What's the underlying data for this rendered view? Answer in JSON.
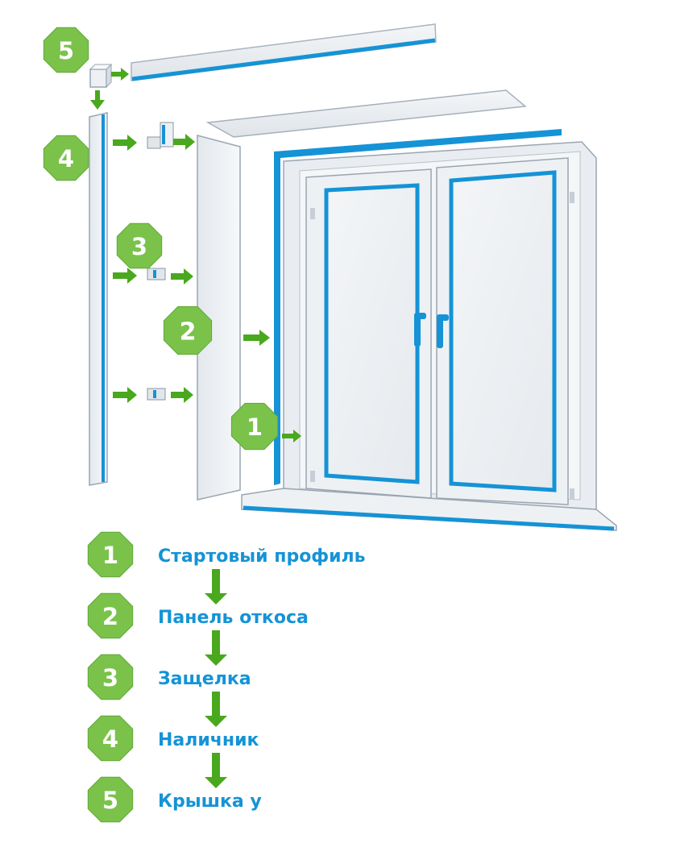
{
  "colors": {
    "badge_green": "#7bc24b",
    "badge_green_dark": "#5fa836",
    "arrow_green": "#49a81d",
    "profile_blue": "#1593d6",
    "panel_light": "#eef1f4",
    "panel_shade": "#d7dde3",
    "edge_gray": "#9aa5b1",
    "label_blue": "#1593d6"
  },
  "badges": [
    {
      "num": "5"
    },
    {
      "num": "4"
    },
    {
      "num": "3"
    },
    {
      "num": "2"
    },
    {
      "num": "1"
    }
  ],
  "legend": [
    {
      "num": "1",
      "label": "Стартовый профиль"
    },
    {
      "num": "2",
      "label": "Панель откоса"
    },
    {
      "num": "3",
      "label": "Защелка"
    },
    {
      "num": "4",
      "label": "Наличник"
    },
    {
      "num": "5",
      "label": "Крышка у"
    }
  ],
  "icons": {
    "step_arrow": "right-arrow-icon",
    "flow_arrow": "down-arrow-icon",
    "latch": "latch-clip-icon",
    "handle": "window-handle-icon"
  }
}
